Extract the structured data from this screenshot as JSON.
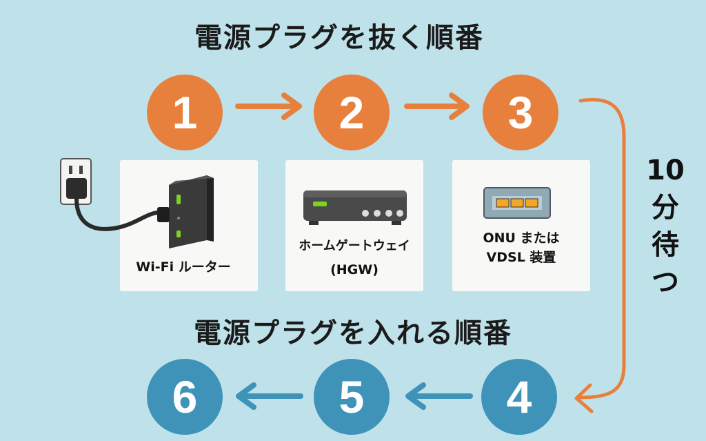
{
  "titles": {
    "unplug": "電源プラグを抜く順番",
    "plugin": "電源プラグを入れる順番"
  },
  "steps_unplug": [
    "1",
    "2",
    "3"
  ],
  "steps_plugin": [
    "4",
    "5",
    "6"
  ],
  "devices": {
    "router": "Wi-Fi ルーター",
    "hgw_line1": "ホームゲートウェイ",
    "hgw_line2": "(HGW)",
    "onu_line1": "ONU または",
    "onu_line2": "VDSL 装置"
  },
  "wait": [
    "10",
    "分",
    "待",
    "つ"
  ],
  "colors": {
    "background": "#bfe2ea",
    "unplug_accent": "#e8803d",
    "plugin_accent": "#3f93b8"
  },
  "icons": [
    "wall-outlet-icon",
    "plug-icon",
    "router-icon",
    "home-gateway-icon",
    "onu-device-icon",
    "arrow-right-icon",
    "arrow-left-icon"
  ]
}
